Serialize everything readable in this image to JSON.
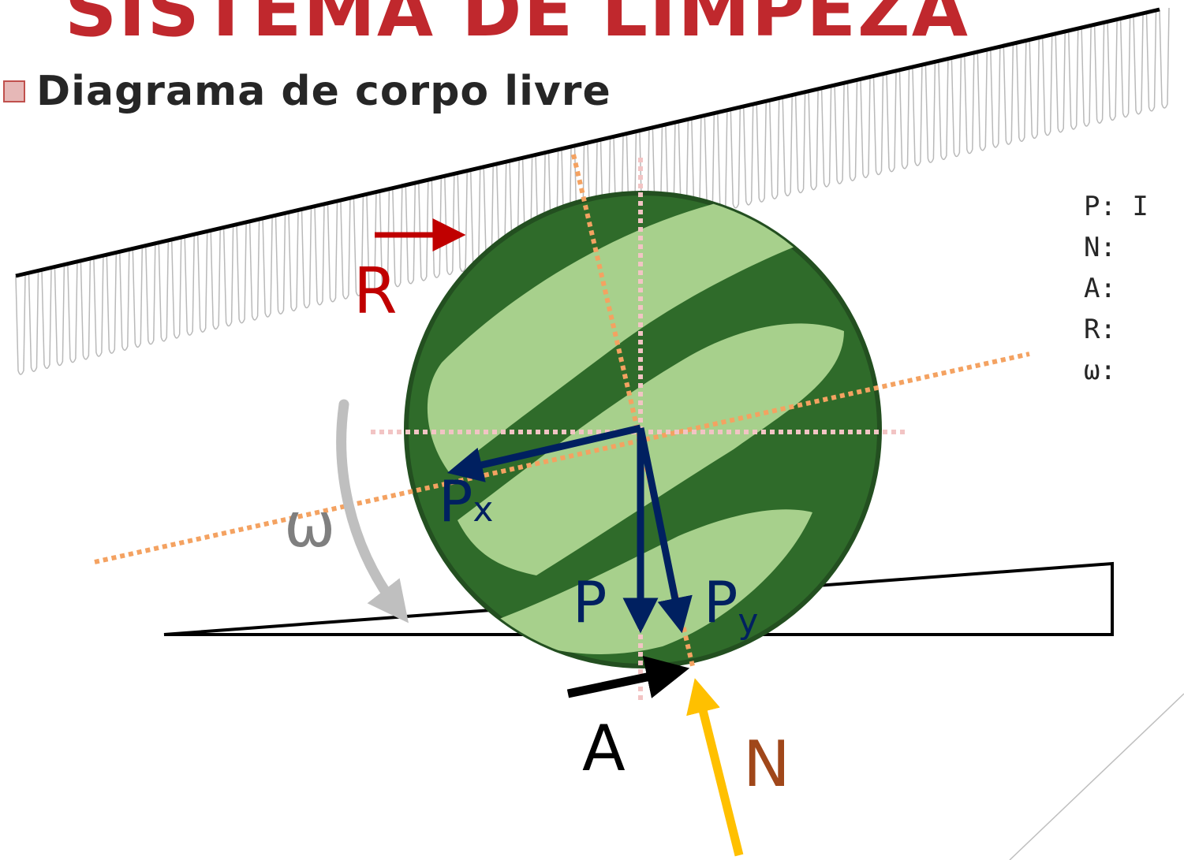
{
  "header": {
    "title": "SISTEMA DE LIMPEZA",
    "subtitle": "Diagrama de corpo livre"
  },
  "legend": [
    "P: I",
    "N:",
    "A:",
    "R:",
    "ω:"
  ],
  "diagram": {
    "labels": {
      "R": "R",
      "omega": "ω",
      "P": "P",
      "Px_main": "P",
      "Px_sub": "x",
      "Py_main": "P",
      "Py_sub": "y",
      "A": "A",
      "N": "N"
    },
    "colors": {
      "title": "#c0282d",
      "force_R": "#c00000",
      "force_P": "#002060",
      "force_A": "#000000",
      "force_N": "#ffc000",
      "label_N": "#a0471a",
      "omega": "#bfbfbf",
      "ball_dark": "#2f6b2a",
      "ball_light": "#a7d08c",
      "guide_orange": "#f4a261",
      "guide_pink": "#f2c4c4"
    }
  }
}
